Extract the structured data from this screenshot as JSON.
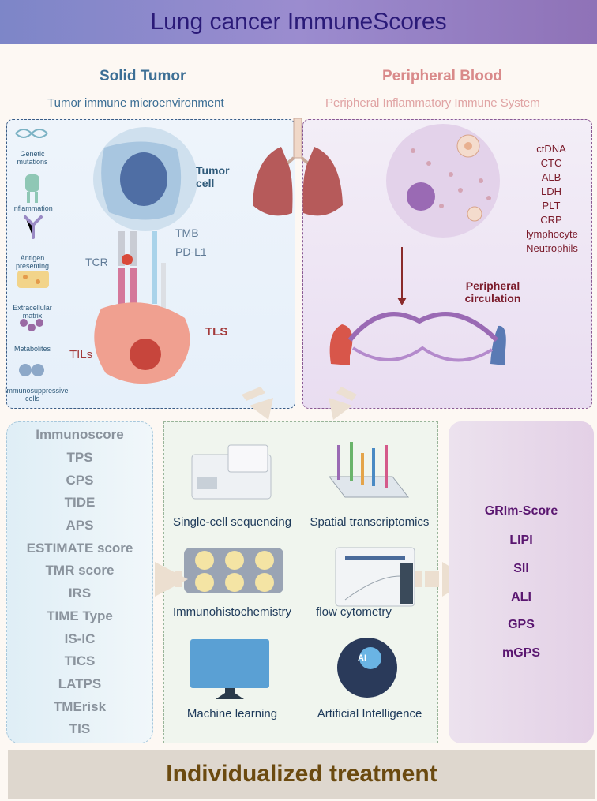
{
  "header": {
    "title": "Lung cancer ImmuneScores"
  },
  "solid_tumor": {
    "title": "Solid Tumor",
    "subtitle": "Tumor immune microenvironment",
    "side_icons": [
      "Genetic mutations",
      "Inflammation",
      "Antigen presenting",
      "Extracellular matrix",
      "Metabolites",
      "Immunosuppressive cells"
    ],
    "tumor_cell_label": "Tumor cell",
    "tmb": "TMB",
    "pdl1": "PD-L1",
    "tcr": "TCR",
    "tls": "TLS",
    "tils": "TILs"
  },
  "peripheral_blood": {
    "title": "Peripheral Blood",
    "subtitle": "Peripheral Inflammatory Immune System",
    "markers": [
      "ctDNA",
      "CTC",
      "ALB",
      "LDH",
      "PLT",
      "CRP",
      "lymphocyte",
      "Neutrophils"
    ],
    "circulation_label": "Peripheral circulation"
  },
  "tumor_scores": [
    "Immunoscore",
    "TPS",
    "CPS",
    "TIDE",
    "APS",
    "ESTIMATE score",
    "TMR score",
    "IRS",
    "TIME Type",
    "IS-IC",
    "TICS",
    "LATPS",
    "TMErisk",
    "TIS"
  ],
  "methods": [
    "Single-cell sequencing",
    "Spatial transcriptomics",
    "Immunohistochemistry",
    "flow cytometry",
    "Machine learning",
    "Artificial Intelligence"
  ],
  "ai_badge": "AI",
  "blood_scores": [
    "GRIm-Score",
    "LIPI",
    "SII",
    "ALI",
    "GPS",
    "mGPS"
  ],
  "footer": {
    "text": "Individualized treatment"
  },
  "colors": {
    "banner": "#8f80c4",
    "title_text": "#2a1a78",
    "solid_tumor": "#3d6f95",
    "peripheral_blood": "#d98a8a",
    "blood_score": "#5a1670",
    "tumor_score": "#8a939d",
    "footer_text": "#6b4a10"
  }
}
